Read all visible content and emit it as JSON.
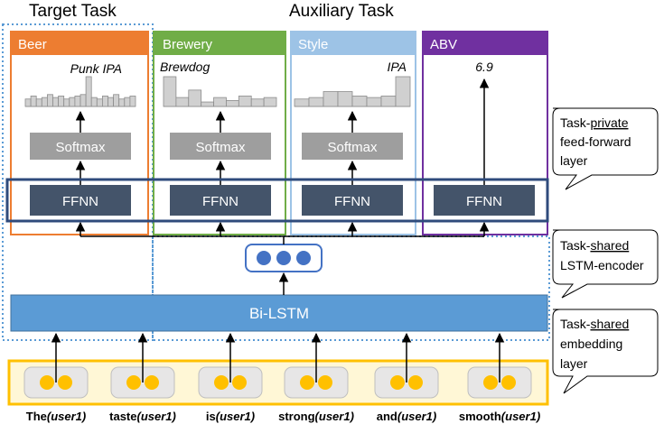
{
  "headers": {
    "target": "Target Task",
    "auxiliary": "Auxiliary Task"
  },
  "tasks": [
    {
      "label": "Beer",
      "prediction": "Punk IPA",
      "softmax": "Softmax",
      "ffnn": "FFNN",
      "color": "#ed7d31"
    },
    {
      "label": "Brewery",
      "prediction": "Brewdog",
      "softmax": "Softmax",
      "ffnn": "FFNN",
      "color": "#70ad47"
    },
    {
      "label": "Style",
      "prediction": "IPA",
      "softmax": "Softmax",
      "ffnn": "FFNN",
      "color": "#9dc3e6"
    },
    {
      "label": "ABV",
      "prediction": "6.9",
      "ffnn": "FFNN",
      "color": "#7030a0"
    }
  ],
  "distributions": {
    "beer": [
      0.25,
      0.35,
      0.25,
      0.3,
      0.4,
      0.3,
      0.35,
      0.25,
      0.3,
      0.35,
      0.4,
      1.0,
      0.3,
      0.25,
      0.35,
      0.3,
      0.4,
      0.25,
      0.3,
      0.35
    ],
    "brewery": [
      1.0,
      0.3,
      0.55,
      0.15,
      0.3,
      0.2,
      0.35,
      0.25,
      0.3
    ],
    "style": [
      0.25,
      0.3,
      0.5,
      0.5,
      0.35,
      0.3,
      0.35,
      1.0
    ]
  },
  "bilstm": "Bi-LSTM",
  "tokens": [
    {
      "word": "The",
      "user": "(user1)"
    },
    {
      "word": "taste",
      "user": "(user1)"
    },
    {
      "word": "is",
      "user": "(user1)"
    },
    {
      "word": "strong",
      "user": "(user1)"
    },
    {
      "word": "and",
      "user": "(user1)"
    },
    {
      "word": "smooth",
      "user": "(user1)"
    }
  ],
  "callouts": [
    {
      "pre": "Task-",
      "key": "private",
      "lines": [
        "feed-forward",
        "layer"
      ]
    },
    {
      "pre": "Task-",
      "key": "shared",
      "lines": [
        "LSTM-encoder"
      ]
    },
    {
      "pre": "Task-",
      "key": "shared",
      "lines": [
        "embedding",
        "layer"
      ]
    }
  ],
  "colors": {
    "ffnn": "#44546a",
    "softmax": "#9e9e9e",
    "bilstm": "#5b9bd5",
    "embedding": "#ffc000",
    "encoder_dot": "#4472c4",
    "highlight": "#2f4b7c"
  }
}
